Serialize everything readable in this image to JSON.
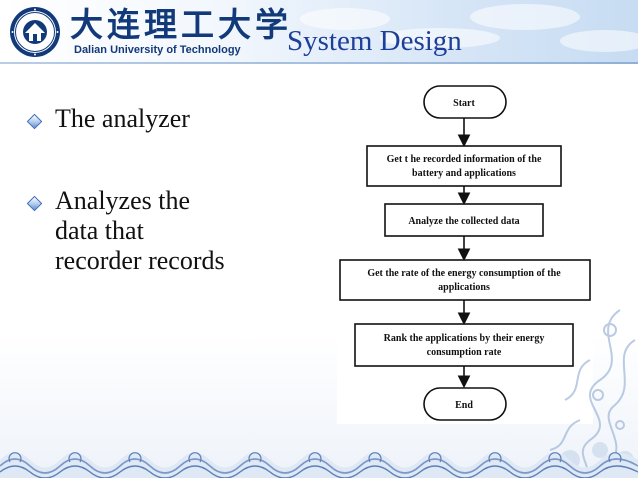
{
  "header": {
    "logo_cn": "大连理工大学",
    "logo_en": "Dalian University of Technology",
    "title": "System Design"
  },
  "bullets": [
    {
      "text": "The analyzer"
    },
    {
      "text": "Analyzes the\ndata that\nrecorder records"
    }
  ],
  "flowchart": {
    "nodes": [
      {
        "id": "start",
        "shape": "terminal",
        "lines": [
          "Start"
        ]
      },
      {
        "id": "get-info",
        "shape": "process",
        "lines": [
          "Get t he recorded information of the",
          "battery and applications"
        ]
      },
      {
        "id": "analyze",
        "shape": "process",
        "lines": [
          "Analyze the collected data"
        ]
      },
      {
        "id": "get-rate",
        "shape": "process",
        "lines": [
          "Get the rate  of the energy consumption of  the",
          "applications"
        ]
      },
      {
        "id": "rank",
        "shape": "process",
        "lines": [
          "Rank the applications by their energy",
          "consumption rate"
        ]
      },
      {
        "id": "end",
        "shape": "terminal",
        "lines": [
          "End"
        ]
      }
    ]
  },
  "colors": {
    "title": "#1d3f9a",
    "logo": "#123a7a",
    "bullet_text": "#111111",
    "header_tint": "#c7dcf2",
    "decoration": "#5b7fb8"
  },
  "icons": {
    "bullet": "diamond-bullet-icon",
    "seal": "university-seal-icon",
    "decoration": "dragon-wave-decoration"
  }
}
